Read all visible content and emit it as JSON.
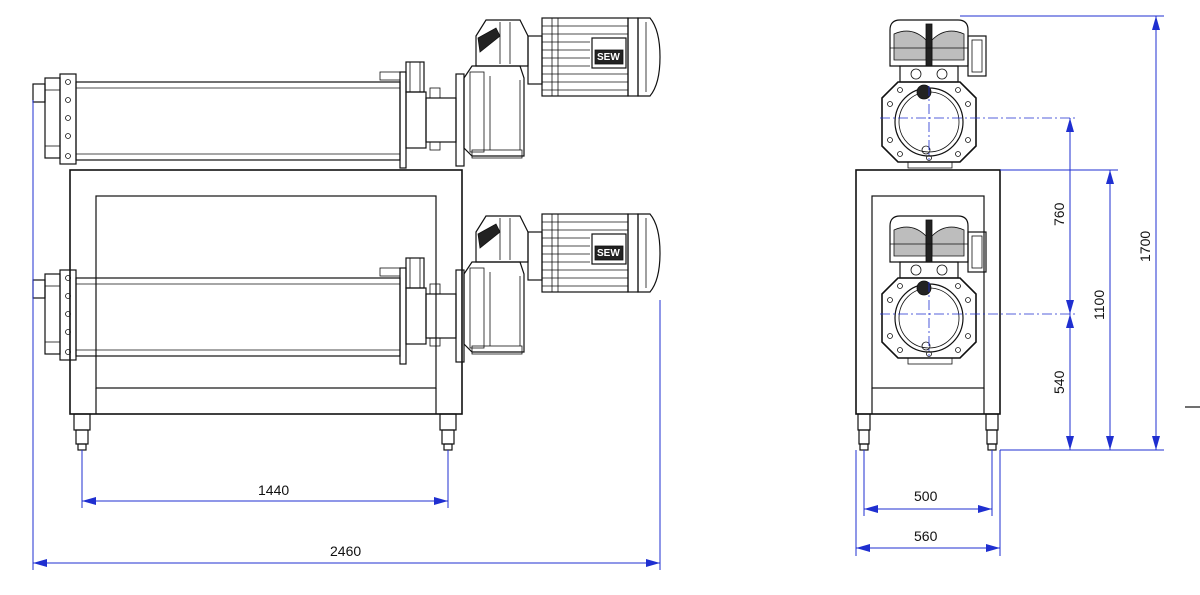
{
  "drawing": {
    "motor_brand_label": "SEW",
    "dimensions": {
      "leg_spacing_front": "1440",
      "overall_length": "2460",
      "top_spacing": "760",
      "lower_height": "540",
      "frame_height": "1100",
      "overall_height": "1700",
      "leg_spacing_side": "500",
      "overall_width": "560"
    }
  },
  "colors": {
    "outline": "#111111",
    "dimension": "#1f2fd0",
    "background": "#ffffff"
  }
}
